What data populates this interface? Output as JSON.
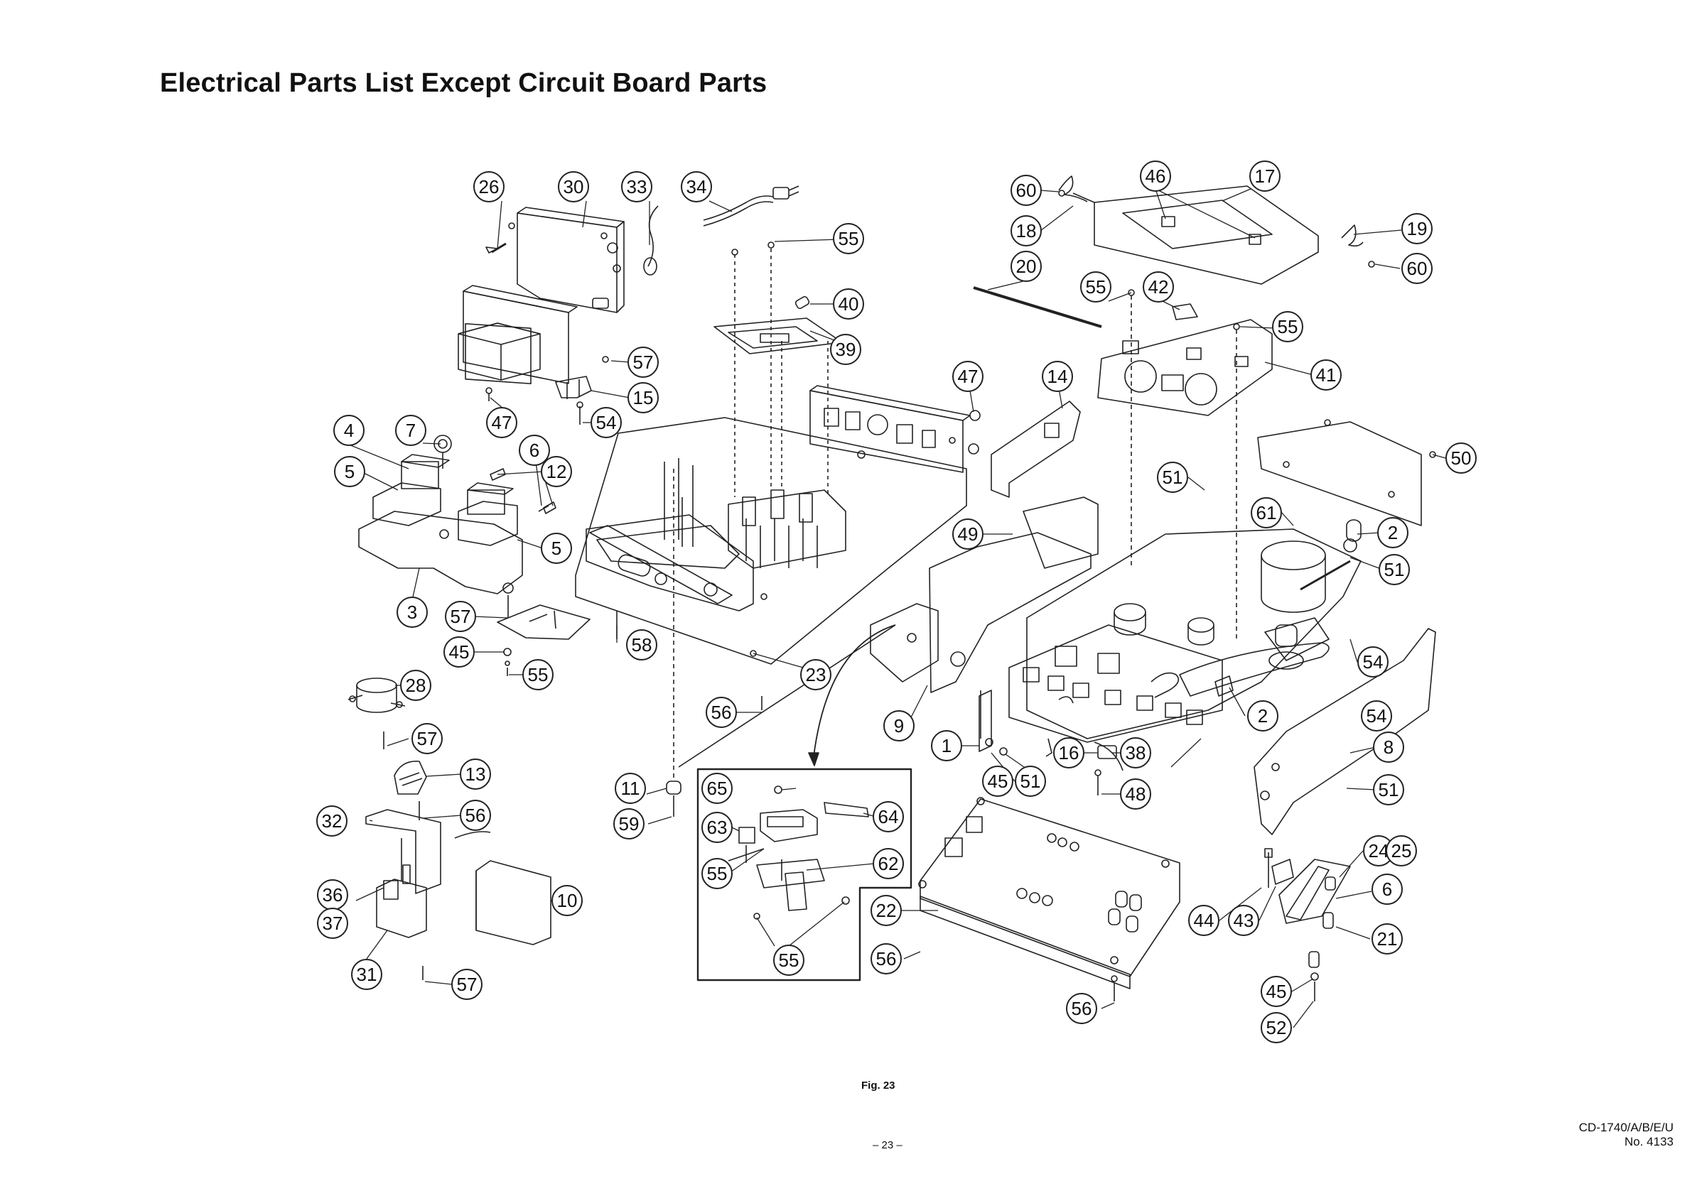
{
  "page": {
    "title": "Electrical Parts List Except Circuit Board Parts",
    "figure_caption": "Fig. 23",
    "page_number": "– 23 –",
    "model_line": "CD-1740/A/B/E/U",
    "doc_number": "No. 4133"
  },
  "diagram": {
    "type": "exploded-parts-view",
    "callouts": [
      {
        "label": "26"
      },
      {
        "label": "30"
      },
      {
        "label": "33"
      },
      {
        "label": "34"
      },
      {
        "label": "55"
      },
      {
        "label": "40"
      },
      {
        "label": "39"
      },
      {
        "label": "57"
      },
      {
        "label": "15"
      },
      {
        "label": "47"
      },
      {
        "label": "54"
      },
      {
        "label": "4"
      },
      {
        "label": "7"
      },
      {
        "label": "6"
      },
      {
        "label": "12"
      },
      {
        "label": "5"
      },
      {
        "label": "5"
      },
      {
        "label": "3"
      },
      {
        "label": "57"
      },
      {
        "label": "58"
      },
      {
        "label": "45"
      },
      {
        "label": "55"
      },
      {
        "label": "28"
      },
      {
        "label": "57"
      },
      {
        "label": "13"
      },
      {
        "label": "56"
      },
      {
        "label": "32"
      },
      {
        "label": "10"
      },
      {
        "label": "36"
      },
      {
        "label": "37"
      },
      {
        "label": "31"
      },
      {
        "label": "57"
      },
      {
        "label": "11"
      },
      {
        "label": "59"
      },
      {
        "label": "23"
      },
      {
        "label": "56"
      },
      {
        "label": "47"
      },
      {
        "label": "14"
      },
      {
        "label": "49"
      },
      {
        "label": "9"
      },
      {
        "label": "1"
      },
      {
        "label": "45"
      },
      {
        "label": "51"
      },
      {
        "label": "16"
      },
      {
        "label": "38"
      },
      {
        "label": "48"
      },
      {
        "label": "65"
      },
      {
        "label": "63"
      },
      {
        "label": "64"
      },
      {
        "label": "55"
      },
      {
        "label": "62"
      },
      {
        "label": "55"
      },
      {
        "label": "22"
      },
      {
        "label": "56"
      },
      {
        "label": "56"
      },
      {
        "label": "60"
      },
      {
        "label": "18"
      },
      {
        "label": "46"
      },
      {
        "label": "17"
      },
      {
        "label": "19"
      },
      {
        "label": "60"
      },
      {
        "label": "20"
      },
      {
        "label": "55"
      },
      {
        "label": "42"
      },
      {
        "label": "55"
      },
      {
        "label": "41"
      },
      {
        "label": "50"
      },
      {
        "label": "51"
      },
      {
        "label": "61"
      },
      {
        "label": "2"
      },
      {
        "label": "51"
      },
      {
        "label": "54"
      },
      {
        "label": "2"
      },
      {
        "label": "54"
      },
      {
        "label": "8"
      },
      {
        "label": "51"
      },
      {
        "label": "24"
      },
      {
        "label": "25"
      },
      {
        "label": "6"
      },
      {
        "label": "21"
      },
      {
        "label": "44"
      },
      {
        "label": "43"
      },
      {
        "label": "45"
      },
      {
        "label": "52"
      }
    ]
  }
}
